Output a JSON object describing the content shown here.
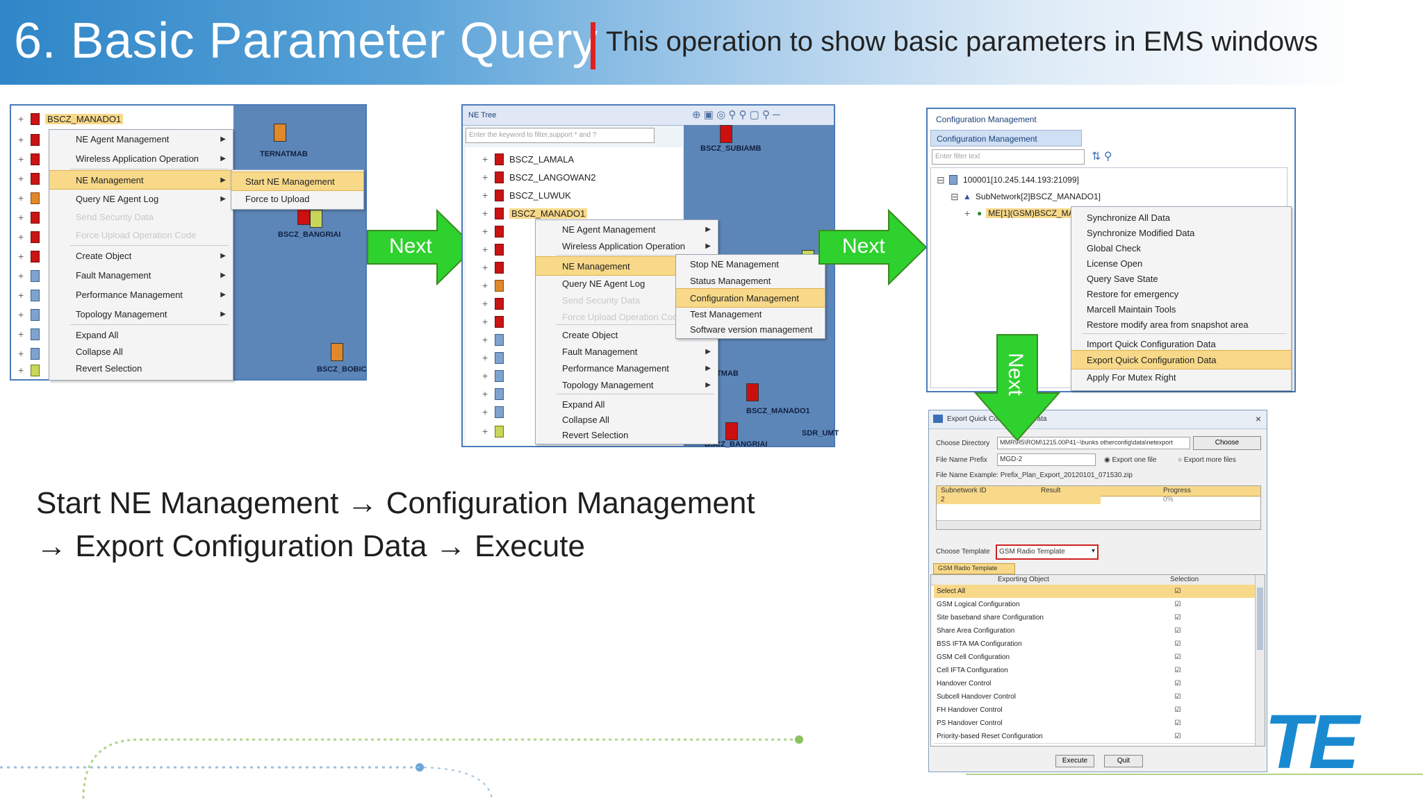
{
  "slide": {
    "title": "6. Basic Parameter Query",
    "subtitle": "This operation to show basic parameters in EMS windows",
    "instruction_line1": "Start NE Management → Configuration Management",
    "instruction_line2": "→ Export Configuration Data → Execute",
    "logo_text": "TE"
  },
  "arrows": {
    "arrow1_label": "Next",
    "arrow2_label": "Next",
    "arrow3_label": "Next"
  },
  "colors": {
    "header_blue": "#2f86c8",
    "arrow_green": "#2ed12e",
    "highlight": "#f8d98a",
    "accent_red": "#e02020"
  },
  "shot1": {
    "selected_ne": "BSCZ_MANADO1",
    "menu": [
      "NE Agent Management",
      "Wireless Application Operation",
      "NE Management",
      "Query NE Agent Log",
      "Send Security Data",
      "Force Upload Operation Code",
      "Create Object",
      "Fault Management",
      "Performance Management",
      "Topology Management",
      "Expand All",
      "Collapse All",
      "Revert Selection"
    ],
    "submenu": [
      "Start NE Management",
      "Force to Upload"
    ],
    "topo_labels": [
      "TERNATMAB",
      "BSCZ_BANGRIAI",
      "BSCZ_BOBIC"
    ]
  },
  "shot2": {
    "tab": "NE Tree",
    "filter_placeholder": "Enter the keyword to filter,support * and ?",
    "nes": [
      "BSCZ_LAMALA",
      "BSCZ_LANGOWAN2",
      "BSCZ_LUWUK",
      "BSCZ_MANADO1"
    ],
    "menu": [
      "NE Agent Management",
      "Wireless Application Operation",
      "NE Management",
      "Query NE Agent Log",
      "Send Security Data",
      "Force Upload Operation Code",
      "Create Object",
      "Fault Management",
      "Performance Management",
      "Topology Management",
      "Expand All",
      "Collapse All",
      "Revert Selection"
    ],
    "submenu": [
      "Stop NE Management",
      "Status Management",
      "Configuration Management",
      "Test Management",
      "Software version management"
    ],
    "topo_labels": [
      "BSCZ_SUBIAMB",
      "TERNATMAB",
      "BSCZ_MANADO1",
      "BSCZ_BANGRIAI",
      "SDR_UMT"
    ]
  },
  "shot3": {
    "window_title": "Configuration Management",
    "tab": "Configuration Management",
    "filter_placeholder": "Enter filter text",
    "tree": [
      "100001[10.245.144.193:21099]",
      "SubNetwork[2]BSCZ_MANADO1]",
      "ME[1](GSM)BSCZ_MANADO1"
    ],
    "menu": [
      "Synchronize All Data",
      "Synchronize Modified Data",
      "Global Check",
      "License Open",
      "Query Save State",
      "Restore for emergency",
      "Marcell Maintain Tools",
      "Restore modify area from snapshot area",
      "Import Quick Configuration Data",
      "Export Quick Configuration Data",
      "Apply For Mutex Right"
    ]
  },
  "shot4": {
    "title": "Export Quick Configuration Data",
    "close": "×",
    "dir_label": "Choose Directory",
    "dir_value": "MMR\\R5\\ROM\\1215.00P41~\\bunks otherconfig\\data\\netexport",
    "choose_btn": "Choose",
    "prefix_label": "File Name Prefix",
    "prefix_value": "MGD-2",
    "radio1": "Export one file",
    "radio2": "Export more files",
    "example": "File Name Example: Prefix_Plan_Export_20120101_071530.zip",
    "cols": [
      "Subnetwork ID",
      "Result",
      "Progress"
    ],
    "row": [
      "2",
      "",
      "0%"
    ],
    "template_label": "Choose Template",
    "template_value": "GSM Radio Template",
    "template_tab": "GSM Radio Template",
    "grid_cols": [
      "Exporting Object",
      "Selection"
    ],
    "grid_rows": [
      "Select All",
      "GSM Logical Configuration",
      "Site baseband share Configuration",
      "Share Area Configuration",
      "BSS IFTA MA Configuration",
      "GSM Cell Configuration",
      "Cell IFTA Configuration",
      "Handover Control",
      "Subcell Handover Control",
      "FH Handover Control",
      "PS Handover Control",
      "Priority-based Reset Configuration"
    ],
    "check": "☑",
    "execute_btn": "Execute",
    "quit_btn": "Quit"
  }
}
